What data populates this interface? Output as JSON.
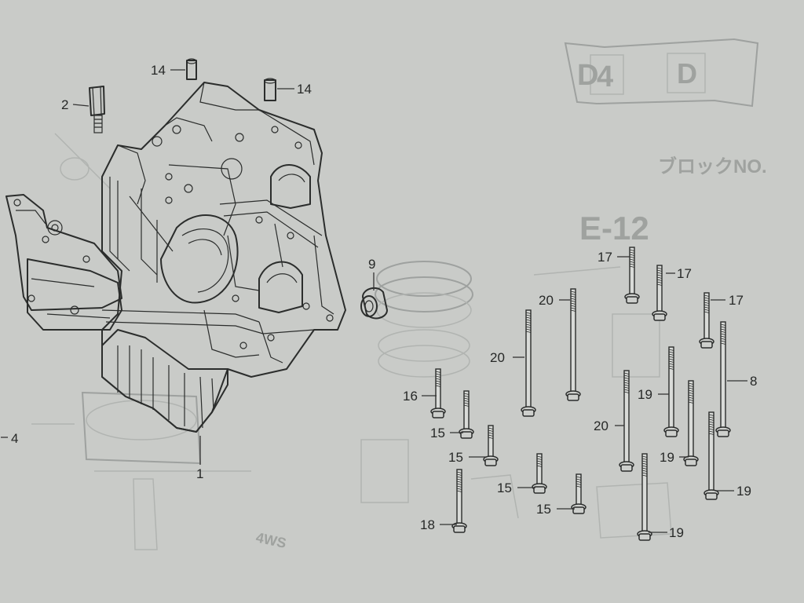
{
  "ghost_text": {
    "badge_left": "D",
    "badge_mid": "4",
    "badge_right": "D",
    "part_no_heading": "ブロックNO.",
    "section_code": "E-12",
    "stamp_code": "4WS"
  },
  "callouts": [
    {
      "id": "c14a",
      "text": "14"
    },
    {
      "id": "c14b",
      "text": "14"
    },
    {
      "id": "c2",
      "text": "2"
    },
    {
      "id": "c9",
      "text": "9"
    },
    {
      "id": "c4",
      "text": "4"
    },
    {
      "id": "c1",
      "text": "1"
    },
    {
      "id": "c17a",
      "text": "17"
    },
    {
      "id": "c17b",
      "text": "17"
    },
    {
      "id": "c17c",
      "text": "17"
    },
    {
      "id": "c20a",
      "text": "20"
    },
    {
      "id": "c20b",
      "text": "20"
    },
    {
      "id": "c20c",
      "text": "20"
    },
    {
      "id": "c8",
      "text": "8"
    },
    {
      "id": "c19a",
      "text": "19"
    },
    {
      "id": "c19b",
      "text": "19"
    },
    {
      "id": "c19c",
      "text": "19"
    },
    {
      "id": "c19d",
      "text": "19"
    },
    {
      "id": "c16",
      "text": "16"
    },
    {
      "id": "c15a",
      "text": "15"
    },
    {
      "id": "c15b",
      "text": "15"
    },
    {
      "id": "c15c",
      "text": "15"
    },
    {
      "id": "c15d",
      "text": "15"
    },
    {
      "id": "c18",
      "text": "18"
    }
  ]
}
